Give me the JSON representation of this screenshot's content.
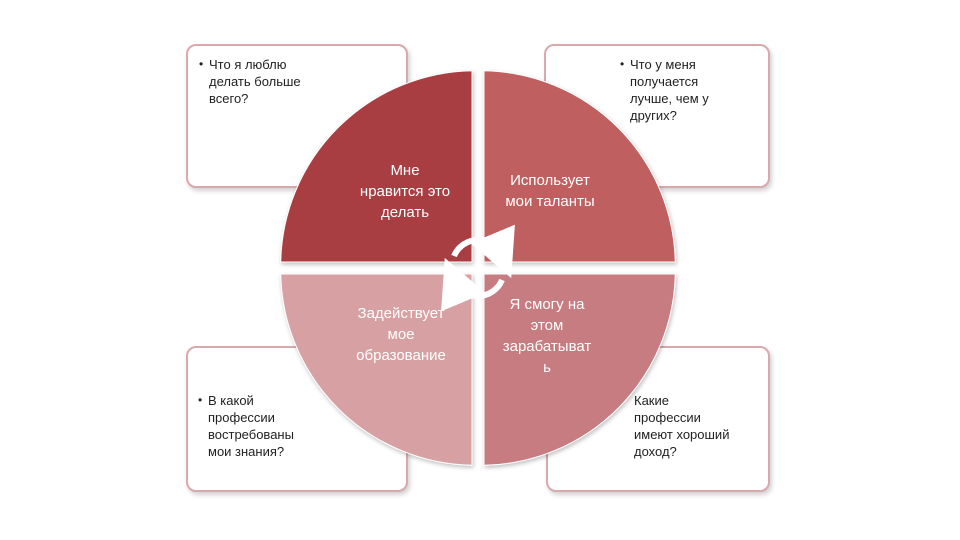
{
  "colors": {
    "quadrant_top_left": "#a83c42",
    "quadrant_top_right": "#bf5f61",
    "quadrant_bottom_left": "#d7a1a4",
    "quadrant_bottom_right": "#c67c80",
    "callout_border": "#d9a9ab"
  },
  "quadrants": {
    "top_left": "Мне\nнравится это\nделать",
    "top_right": "Использует\nмои таланты",
    "bottom_left": "Задействует\nмое\nобразование",
    "bottom_right": "Я смогу на\nэтом\nзарабатыват\nь"
  },
  "callouts": {
    "top_left": "Что я люблю\nделать больше\nвсего?",
    "top_right": "Что у меня\nполучается\nлучше, чем у\nдругих?",
    "bottom_left": "В какой\nпрофессии\nвостребованы\nмои знания?",
    "bottom_right": "Какие\nпрофессии\nимеют хороший\nдоход?"
  },
  "icons": {
    "center": "circular-arrows-icon",
    "bullet": "•"
  }
}
